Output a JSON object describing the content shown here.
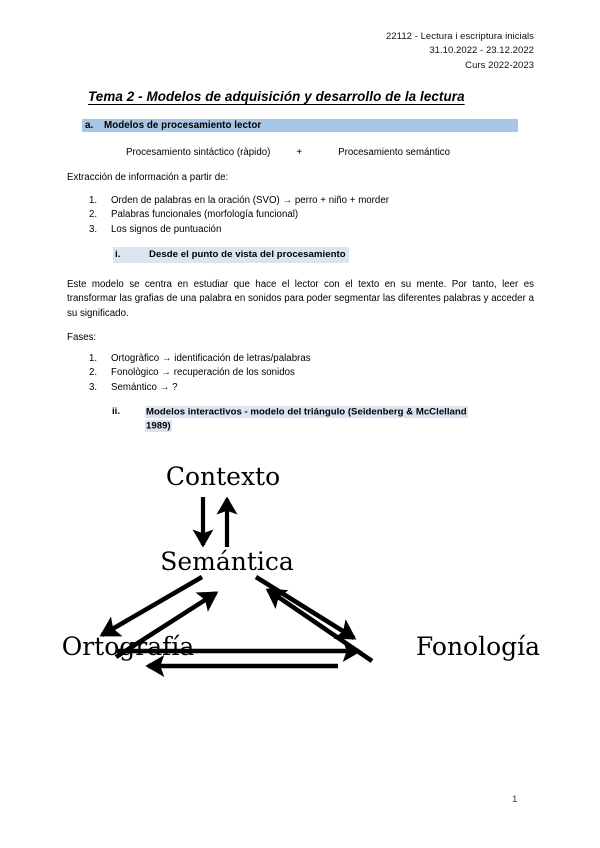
{
  "header": {
    "lines": [
      "22112 - Lectura i escriptura inicials",
      "31.10.2022 - 23.12.2022",
      "Curs 2022-2023"
    ]
  },
  "title": "Tema 2 - Modelos de adquisición y desarrollo de la lectura",
  "colors": {
    "highlight_strong": "#a7c5e5",
    "highlight_pale": "#dbe5f1",
    "text": "#000000"
  },
  "section_a": {
    "marker": "a.",
    "label": "Modelos de procesamiento lector",
    "formula": {
      "left": "Procesamiento sintáctico (ràpido)",
      "operator": "+",
      "right": "Procesamiento semántico"
    },
    "intro": "Extracción de información a partir de:",
    "items": [
      {
        "num": "1.",
        "text": "Orden de palabras en la oración (SVO) → perro + niño + morder"
      },
      {
        "num": "2.",
        "text": "Palabras funcionales (morfología funcional)"
      },
      {
        "num": "3.",
        "text": "Los signos de puntuación"
      }
    ]
  },
  "subsection_i": {
    "marker": "i.",
    "label": "Desde el punto de vista del procesamiento",
    "paragraph": "Este modelo se centra en estudiar que hace el lector con el texto en su mente. Por tanto, leer es transformar las grafias de una palabra en sonidos para poder segmentar las diferentes palabras y acceder a su significado.",
    "fases_label": "Fases:",
    "fases": [
      {
        "num": "1.",
        "text": "Ortogràfico → identificación de letras/palabras"
      },
      {
        "num": "2.",
        "text": "Fonològico → recuperación de los sonidos"
      },
      {
        "num": "3.",
        "text": "Semántico → ?"
      }
    ]
  },
  "subsection_ii": {
    "marker": "ii.",
    "label_line1": "Modelos interactivos - modelo del triángulo (Seidenberg & McClelland",
    "label_line2": "1989)"
  },
  "diagram": {
    "name": "triangle-model-diagram",
    "nodes": {
      "top": "Contexto",
      "center": "Semántica",
      "left": "Ortografía",
      "right": "Fonología"
    },
    "arrows": [
      {
        "from": "Contexto",
        "to": "Semántica",
        "direction": "down"
      },
      {
        "from": "Semántica",
        "to": "Contexto",
        "direction": "up"
      },
      {
        "from": "Semántica",
        "to": "Ortografía",
        "direction": "down-left"
      },
      {
        "from": "Ortografía",
        "to": "Semántica",
        "direction": "up-right"
      },
      {
        "from": "Semántica",
        "to": "Fonología",
        "direction": "down-right"
      },
      {
        "from": "Fonología",
        "to": "Semántica",
        "direction": "up-left"
      },
      {
        "from": "Ortografía",
        "to": "Fonología",
        "direction": "right"
      },
      {
        "from": "Fonología",
        "to": "Ortografía",
        "direction": "left"
      }
    ]
  },
  "footer": {
    "page_number": "1"
  }
}
